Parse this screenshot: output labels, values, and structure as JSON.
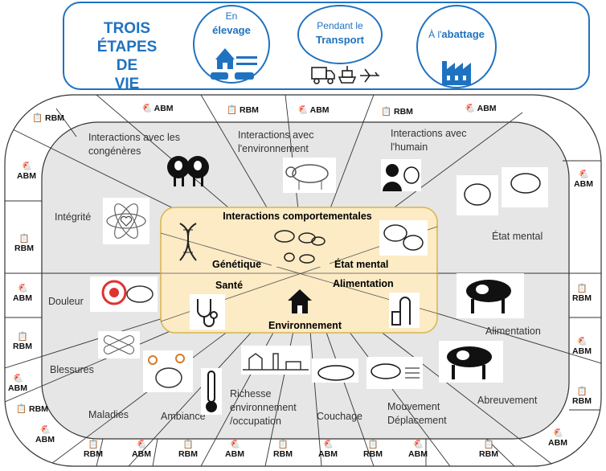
{
  "header": {
    "title": "TROIS\nÉTAPES DE\nVIE",
    "stages": [
      {
        "line1": "En",
        "line2": "élevage"
      },
      {
        "line1": "Pendant le",
        "line2": "Transport"
      },
      {
        "line1": "À l'",
        "line2": "abattage"
      }
    ]
  },
  "center": {
    "interactions": "Interactions comportementales",
    "genetique": "Génétique",
    "etat_mental": "État mental",
    "sante": "Santé",
    "alimentation": "Alimentation",
    "environnement": "Environnement"
  },
  "sections": {
    "congeneres": "Interactions avec les\ncongénères",
    "environnement": "Interactions avec\nl'environnement",
    "humain": "Interactions avec\nl'humain",
    "integrite": "Intégrité",
    "etat_mental": "État mental",
    "douleur": "Douleur",
    "alimentation": "Alimentation",
    "blessures": "Blessures",
    "abreuvement": "Abreuvement",
    "maladies": "Maladies",
    "ambiance": "Ambiance",
    "richesse": "Richesse\nenvironnement\n/occupation",
    "couchage": "Couchage",
    "mouvement": "Mouvement\nDéplacement"
  },
  "tags": {
    "rbm": "RBM",
    "abm": "ABM"
  },
  "colors": {
    "accent": "#1f72c0",
    "center_fill": "#fcebc4",
    "center_border": "#d9b44a",
    "inner_fill": "#e6e6e6"
  },
  "icons": [
    "barn-icon",
    "cow-icon",
    "truck-icon",
    "ship-icon",
    "plane-icon",
    "factory-icon",
    "dna-icon",
    "stethoscope-icon",
    "house-icon",
    "silo-icon",
    "chicken-icon",
    "clipboard-icon",
    "thermometer-icon",
    "brain-icon"
  ]
}
